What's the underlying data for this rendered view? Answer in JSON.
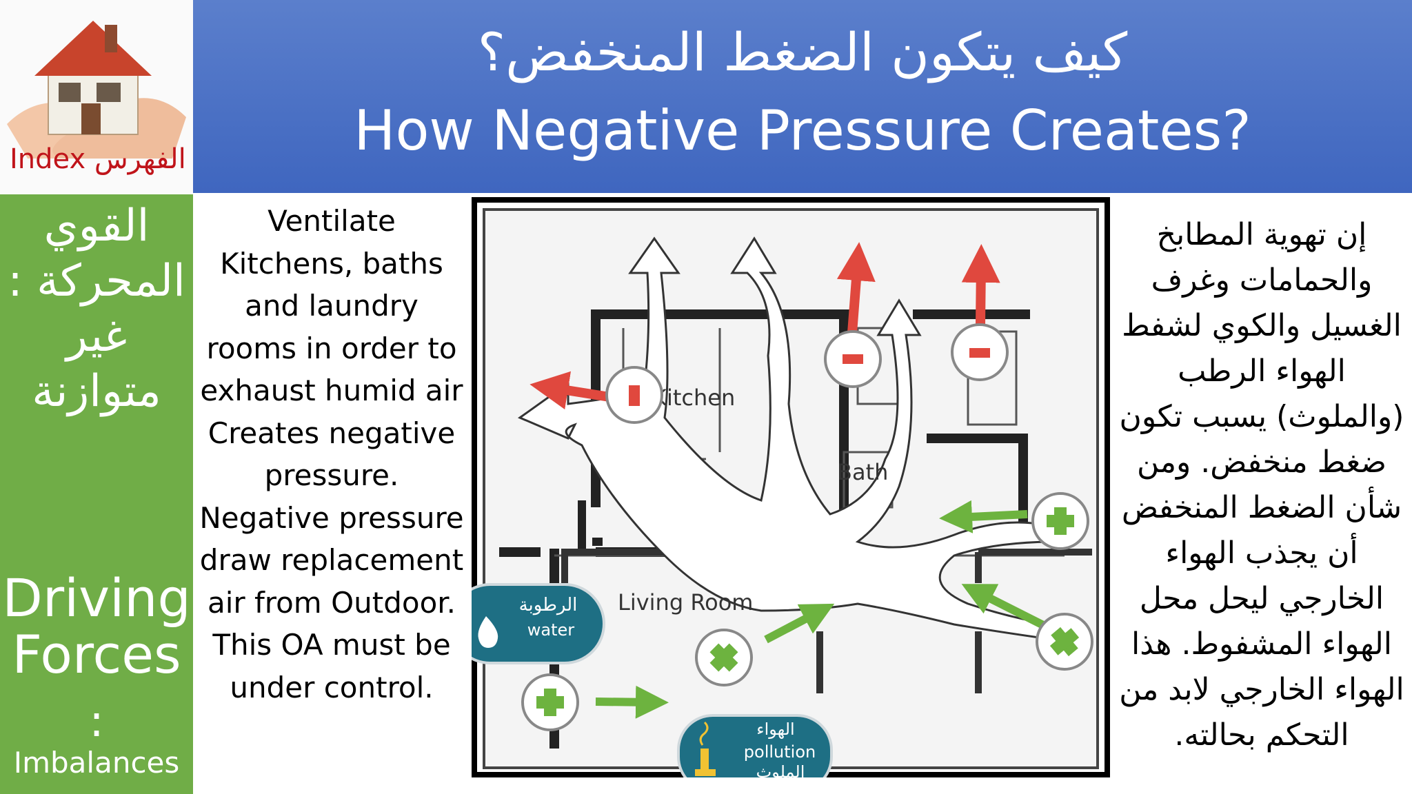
{
  "index": {
    "label": "Index الفهرس"
  },
  "header": {
    "title_ar": "كيف يتكون الضغط المنخفض؟",
    "title_en": "How Negative Pressure Creates?"
  },
  "sidebar": {
    "title_ar": "القوي المحركة : غير متوازنة",
    "title_en_line1": "Driving Forces",
    "title_en_line2": ":",
    "title_en_line3": "Imbalances"
  },
  "left_text": "Ventilate Kitchens, baths and laundry rooms in order to exhaust humid air Creates negative pressure. Negative pressure draw replacement air from Outdoor. This OA must be under control.",
  "right_text": "إن تهوية المطابخ والحمامات وغرف الغسيل والكوي لشفط الهواء الرطب (والملوث) يسبب تكون ضغط منخفض. ومن شأن الضغط المنخفض أن يجذب الهواء الخارجي ليحل محل الهواء المشفوط. هذا الهواء الخارجي لابد من التحكم بحالته.",
  "diagram": {
    "labels": {
      "kitchen": "Kitchen",
      "bath": "Bath",
      "living_room": "Living Room"
    },
    "water_badge": {
      "ar": "الرطوبة",
      "en": "water"
    },
    "pollution_badge": {
      "ar_top": "الهواء",
      "en": "pollution",
      "ar_bottom": "الملوث"
    },
    "minus_symbol": "−",
    "plus_symbol": "+"
  },
  "colors": {
    "header_blue": "#4a72c4",
    "sidebar_green": "#70ad47",
    "exhaust_red": "#e0483e",
    "inflow_green": "#6db33f",
    "badge_teal": "#1e6f84",
    "index_red": "#c0141a"
  },
  "icons": [
    "house-in-hands-icon",
    "water-drop-icon",
    "chimney-smoke-icon",
    "minus-icon",
    "plus-icon"
  ]
}
